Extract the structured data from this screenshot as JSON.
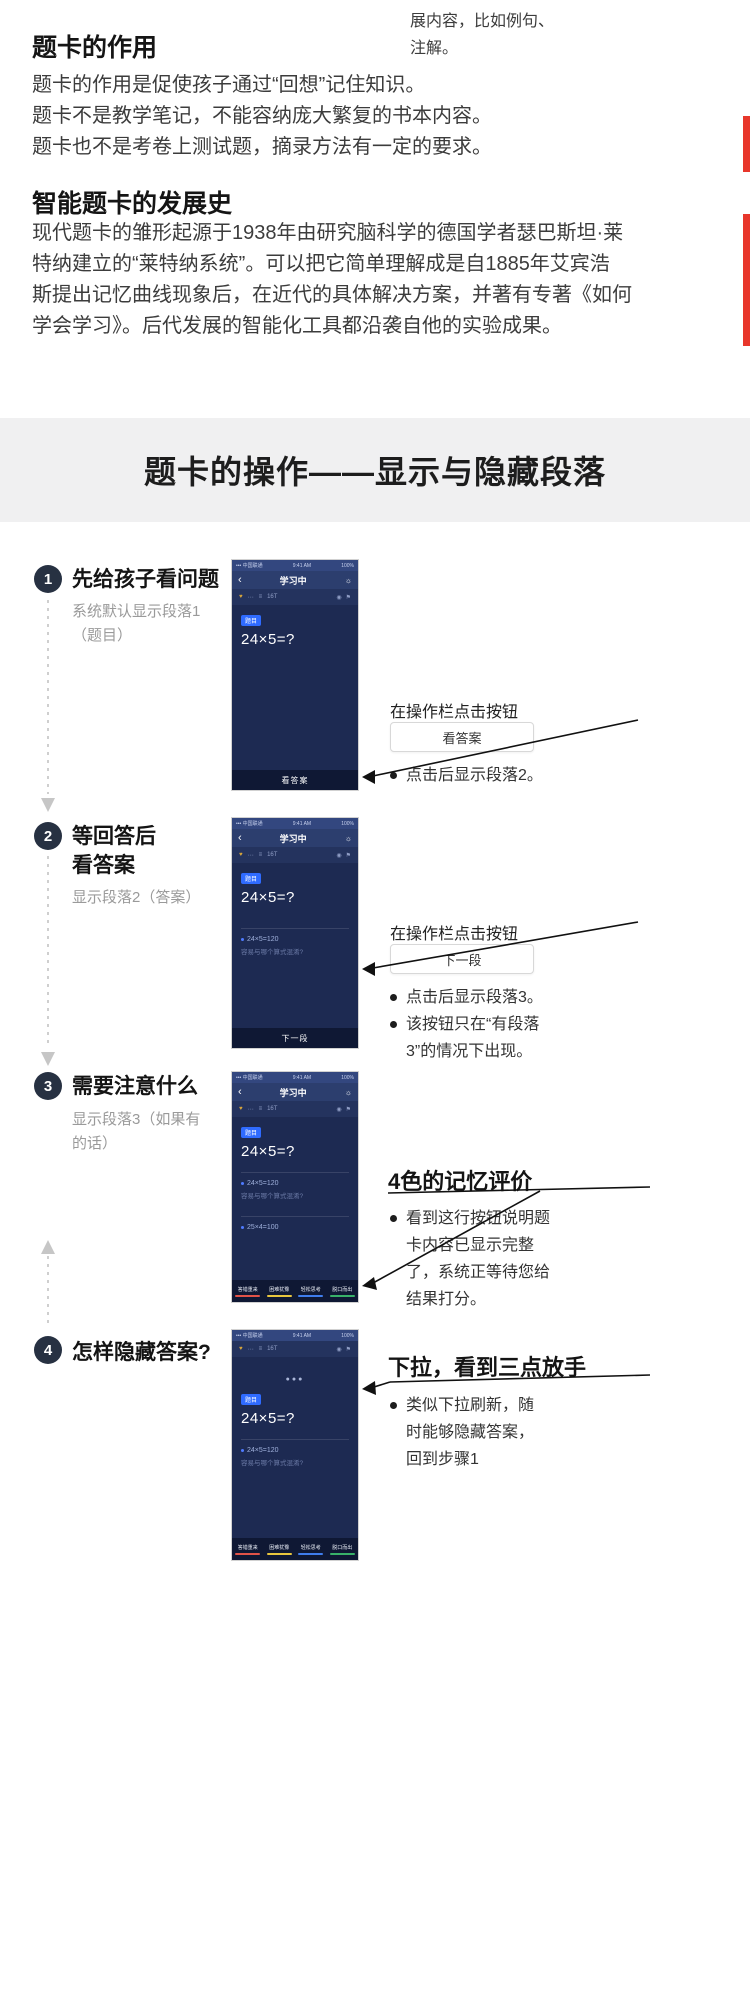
{
  "intro_note": {
    "lines": [
      "展内容，比如例句、",
      "注解。"
    ]
  },
  "section1": {
    "heading": "题卡的作用",
    "lines": [
      "题卡的作用是促使孩子通过“回想”记住知识。",
      "题卡不是教学笔记，不能容纳庞大繁复的书本内容。",
      "题卡也不是考卷上测试题，摘录方法有一定的要求。"
    ]
  },
  "section2": {
    "heading": "智能题卡的发展史",
    "lines": [
      "现代题卡的雏形起源于1938年由研究脑科学的德国学者瑟巴斯坦·莱",
      "特纳建立的“莱特纳系统”。可以把它简单理解成是自1885年艾宾浩",
      "斯提出记忆曲线现象后，在近代的具体解决方案，并著有专著《如何",
      "学会学习》。后代发展的智能化工具都沿袭自他的实验成果。"
    ]
  },
  "band": {
    "title": "题卡的操作——显示与隐藏段落"
  },
  "steps": [
    {
      "num": "1",
      "title": "先给孩子看问题",
      "desc1": "系统默认显示段落1",
      "desc2": "（题目）"
    },
    {
      "num": "2",
      "title1": "等回答后",
      "title2": "看答案",
      "desc1": "显示段落2（答案）"
    },
    {
      "num": "3",
      "title": "需要注意什么",
      "desc1": "显示段落3（如果有",
      "desc2": "的话）"
    },
    {
      "num": "4",
      "title": "怎样隐藏答案?"
    }
  ],
  "annotations": {
    "s1": {
      "label": "在操作栏点击按钮",
      "button": "看答案",
      "bullet1": "点击后显示段落2。"
    },
    "s2": {
      "label": "在操作栏点击按钮",
      "button": "下一段",
      "bullet1": "点击后显示段落3。",
      "bullet2": "该按钮只在“有段落3”的情况下出现。"
    },
    "s3": {
      "heading": "4色的记忆评价",
      "bullet1": "看到这行按钮说明题卡内容已显示完整了，系统正等待您给结果打分。"
    },
    "s4": {
      "heading": "下拉，看到三点放手",
      "bullet1": "类似下拉刷新，随时能够隐藏答案，回到步骤1"
    }
  },
  "phone": {
    "status_left": "••• 中国联通",
    "time": "9:41 AM",
    "battery": "100%",
    "nav_title": "学习中",
    "icons": {
      "back": "‹",
      "gear": "☼",
      "heart": "♥",
      "more": "⋯",
      "list": "≡",
      "textsize": "16T",
      "sound": "◉",
      "flag": "⚑"
    },
    "badge": "题目",
    "question": "24×5=?",
    "answer1": "24×5=120",
    "answer1_sub": "容易与哪个算式混淆?",
    "answer2": "25×4=100",
    "btn_answer": "看答案",
    "btn_next": "下一段",
    "dots": "●●●",
    "ratings": [
      {
        "label": "答错重来",
        "color": "#e25348"
      },
      {
        "label": "困难犹豫",
        "color": "#e8c63e"
      },
      {
        "label": "轻松思考",
        "color": "#3f7ded"
      },
      {
        "label": "脱口而出",
        "color": "#38b169"
      }
    ]
  },
  "colors": {
    "phone_bg": "#1d2a52",
    "phone_nav": "#2c3e6e",
    "phone_bottom": "#0f1834",
    "badge_blue": "#2f6bff",
    "band_gray": "#f0f0f1",
    "red_mark": "#e8372b"
  }
}
